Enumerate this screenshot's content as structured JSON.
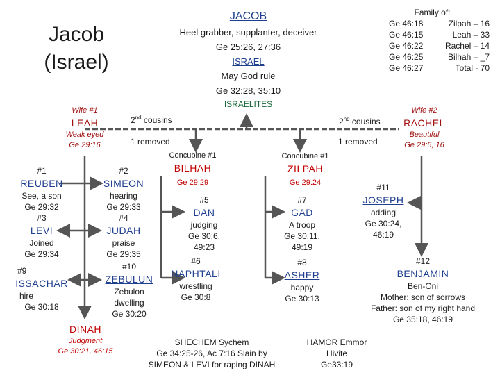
{
  "title": {
    "line1": "Jacob",
    "line2": "(Israel)"
  },
  "jacob": {
    "name": "JACOB",
    "meaning": "Heel grabber, supplanter, deceiver",
    "ref": "Ge 25:26, 27:36",
    "new_name": "ISRAEL",
    "new_meaning": "May God rule",
    "new_ref": "Ge 32:28, 35:10",
    "israelites": "ISRAELITES"
  },
  "family": {
    "heading": "Family of:",
    "rows": [
      {
        "left": "Ge 46:18",
        "right": "Zilpah – 16"
      },
      {
        "left": "Ge 46:15",
        "right": "Leah – 33"
      },
      {
        "left": "Ge 46:22",
        "right": "Rachel – 14"
      },
      {
        "left": "Ge 46:25",
        "right": "Bilhah – _7"
      },
      {
        "left": "Ge 46:27",
        "right": "Total - 70"
      }
    ]
  },
  "leah": {
    "label": "Wife #1",
    "name": "LEAH",
    "desc": "Weak eyed",
    "ref": "Ge 29:16"
  },
  "rachel": {
    "label": "Wife #2",
    "name": "RACHEL",
    "desc": "Beautiful",
    "ref": "Ge 29:6, 16"
  },
  "cousins": {
    "left": "2nd cousins",
    "right": "2nd cousins",
    "left_removed": "1 removed",
    "right_removed": "1 removed",
    "sup": "nd"
  },
  "bilhah": {
    "label": "Concubine #1",
    "name": "BILHAH",
    "ref": "Ge 29:29"
  },
  "zilpah": {
    "label": "Concubine #1",
    "name": "ZILPAH",
    "ref": "Ge 29:24"
  },
  "sons": {
    "reuben": {
      "num": "#1",
      "name": "REUBEN",
      "meaning": "See, a son",
      "ref": "Ge 29:32"
    },
    "simeon": {
      "num": "#2",
      "name": "SIMEON",
      "meaning": "hearing",
      "ref": "Ge 29:33"
    },
    "levi": {
      "num": "#3",
      "name": "LEVI",
      "meaning": "Joined",
      "ref": "Ge 29:34"
    },
    "judah": {
      "num": "#4",
      "name": "JUDAH",
      "meaning": "praise",
      "ref": "Ge 29:35"
    },
    "issachar": {
      "num": "#9",
      "name": "ISSACHAR",
      "meaning": "hire",
      "ref": "Ge 30:18"
    },
    "zebulun": {
      "num": "#10",
      "name": "ZEBULUN",
      "meaning": "Zebulon",
      "meaning2": "dwelling",
      "ref": "Ge 30:20"
    },
    "dan": {
      "num": "#5",
      "name": "DAN",
      "meaning": "judging",
      "ref": "Ge 30:6,",
      "ref2": "49:23"
    },
    "naphtali": {
      "num": "#6",
      "name": "NAPHTALI",
      "meaning": "wrestling",
      "ref": "Ge 30:8"
    },
    "gad": {
      "num": "#7",
      "name": "GAD",
      "meaning": "A troop",
      "ref": "Ge 30:11,",
      "ref2": "49:19"
    },
    "asher": {
      "num": "#8",
      "name": "ASHER",
      "meaning": "happy",
      "ref": "Ge 30:13"
    },
    "joseph": {
      "num": "#11",
      "name": "JOSEPH",
      "meaning": "adding",
      "ref": "Ge 30:24,",
      "ref2": "46:19"
    },
    "benjamin": {
      "num": "#12",
      "name": "BENJAMIN",
      "meaning": "Ben-Oni",
      "meaning2": "Mother: son of sorrows",
      "meaning3": "Father: son of my right hand",
      "ref": "Ge 35:18, 46:19"
    }
  },
  "dinah": {
    "name": "DINAH",
    "meaning": "Judgment",
    "ref": "Ge 30:21, 46:15"
  },
  "shechem": {
    "line1": "SHECHEM Sychem",
    "line2": "Ge 34:25-26, Ac 7:16 Slain by",
    "line3": "SIMEON & LEVI for raping DINAH"
  },
  "hamor": {
    "line1": "HAMOR Emmor",
    "line2": "Hivite",
    "line3": "Ge33:19"
  },
  "colors": {
    "names": "#1f3f8f",
    "wife": "#a01010",
    "israelites": "#17693a",
    "lines": "#555555"
  }
}
